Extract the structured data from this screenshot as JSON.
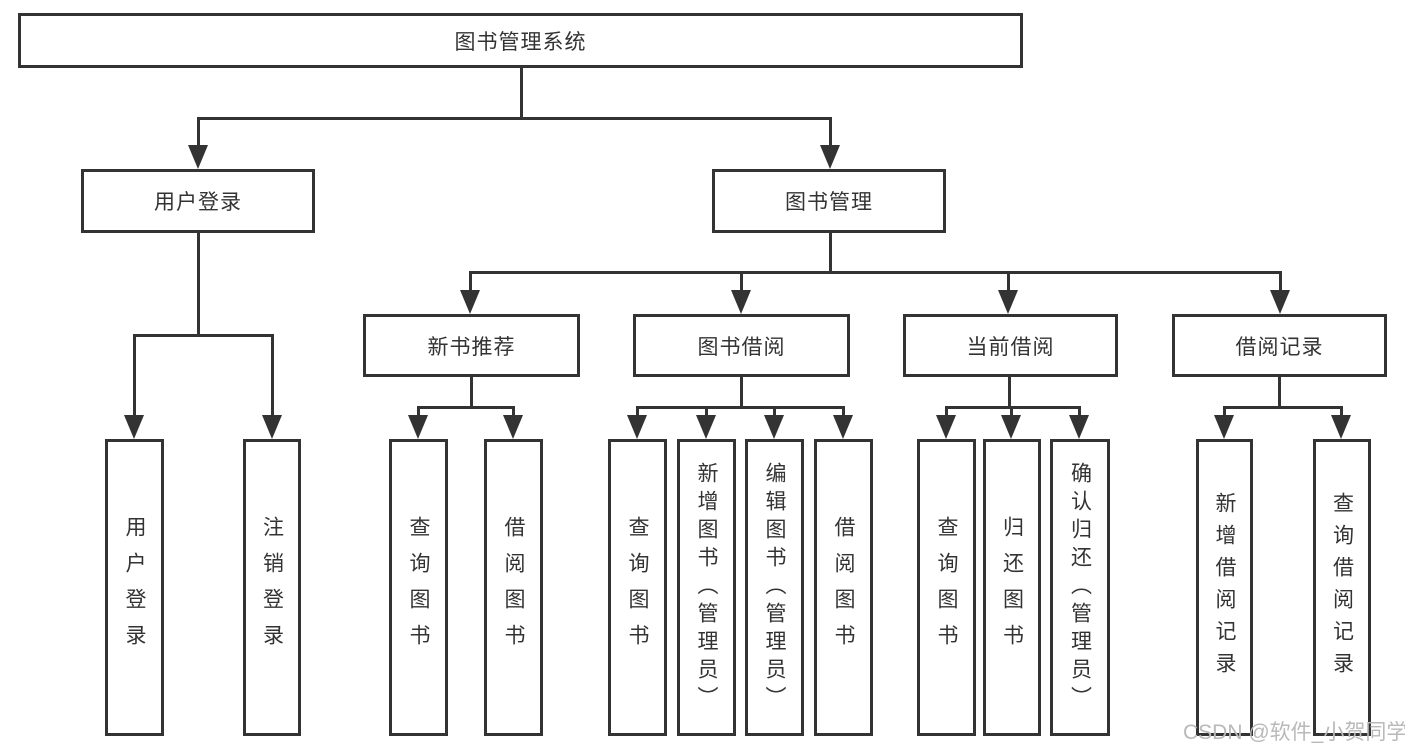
{
  "diagram_title": "图书管理系统",
  "colors": {
    "line": "#333333",
    "text": "#333333",
    "box_background": "#ffffff",
    "watermark_text": "#b9b9b9"
  },
  "tree": {
    "label": "图书管理系统",
    "children": [
      {
        "label": "用户登录",
        "children": [
          {
            "label": "用户登录"
          },
          {
            "label": "注销登录"
          }
        ]
      },
      {
        "label": "图书管理",
        "children": [
          {
            "label": "新书推荐",
            "children": [
              {
                "label": "查询图书"
              },
              {
                "label": "借阅图书"
              }
            ]
          },
          {
            "label": "图书借阅",
            "children": [
              {
                "label": "查询图书"
              },
              {
                "label": "新增图书（管理员）"
              },
              {
                "label": "编辑图书（管理员）"
              },
              {
                "label": "借阅图书"
              }
            ]
          },
          {
            "label": "当前借阅",
            "children": [
              {
                "label": "查询图书"
              },
              {
                "label": "归还图书"
              },
              {
                "label": "确认归还（管理员）"
              }
            ]
          },
          {
            "label": "借阅记录",
            "children": [
              {
                "label": "新增借阅记录"
              },
              {
                "label": "查询借阅记录"
              }
            ]
          }
        ]
      }
    ]
  },
  "watermark": {
    "text": "CSDN @软件_小贺同学"
  }
}
